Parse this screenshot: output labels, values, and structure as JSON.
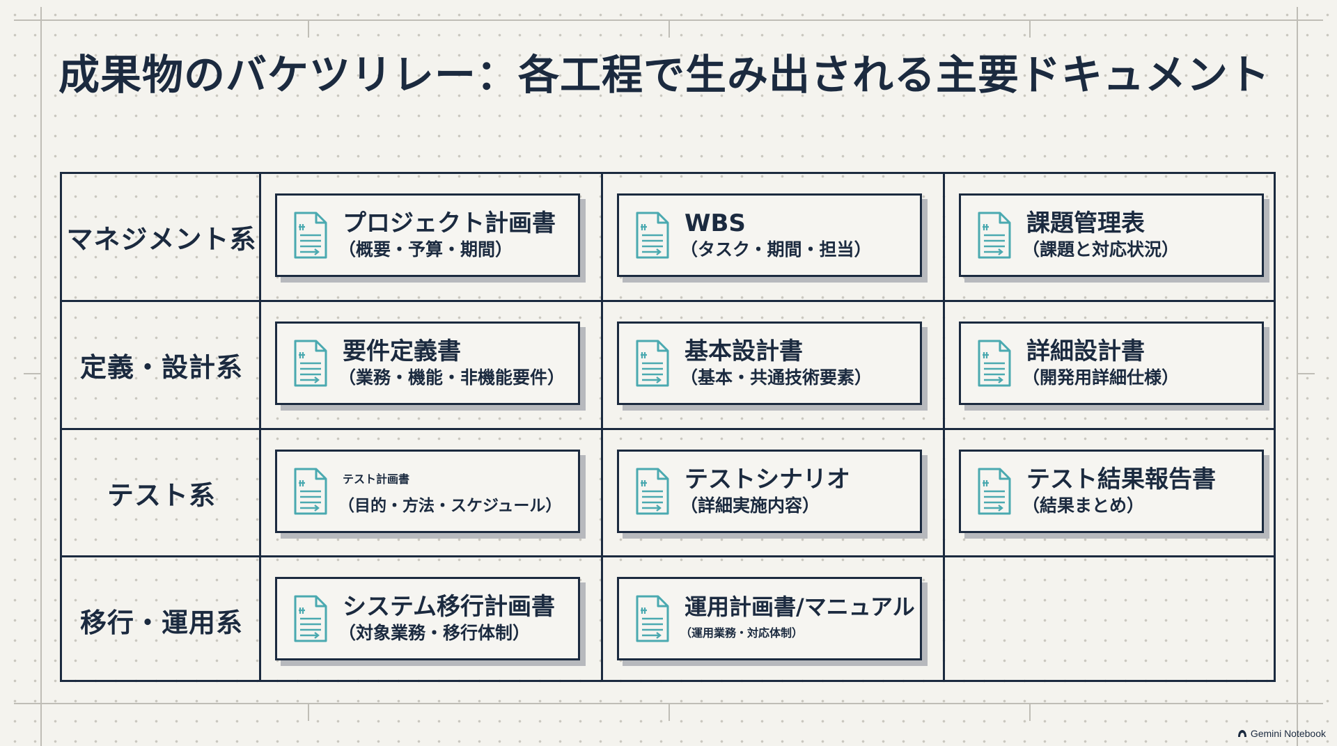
{
  "title": "成果物のバケツリレー：各工程で生み出される主要ドキュメント",
  "rows": [
    {
      "label": "マネジメント系",
      "docs": [
        {
          "title": "プロジェクト計画書",
          "subtitle": "（概要・予算・期間）"
        },
        {
          "title": "WBS",
          "subtitle": "（タスク・期間・担当）"
        },
        {
          "title": "課題管理表",
          "subtitle": "（課題と対応状況）"
        }
      ]
    },
    {
      "label": "定義・設計系",
      "docs": [
        {
          "title": "要件定義書",
          "subtitle": "（業務・機能・非機能要件）"
        },
        {
          "title": "基本設計書",
          "subtitle": "（基本・共通技術要素）"
        },
        {
          "title": "詳細設計書",
          "subtitle": "（開発用詳細仕様）"
        }
      ]
    },
    {
      "label": "テスト系",
      "docs": [
        {
          "title": "テスト計画書",
          "subtitle": "（目的・方法・スケジュール）"
        },
        {
          "title": "テストシナリオ",
          "subtitle": "（詳細実施内容）"
        },
        {
          "title": "テスト結果報告書",
          "subtitle": "（結果まとめ）"
        }
      ]
    },
    {
      "label": "移行・運用系",
      "docs": [
        {
          "title": "システム移行計画書",
          "subtitle": "（対象業務・移行体制）"
        },
        {
          "title": "運用計画書/マニュアル",
          "subtitle": "（運用業務・対応体制）"
        }
      ]
    }
  ],
  "icons": {
    "document": "document-icon",
    "watermark": "notebook-logo-icon"
  },
  "colors": {
    "background": "#f4f3ee",
    "ink": "#1b2a3f",
    "icon_accent": "#4aa9b0",
    "card_shadow": "#b7b9bd"
  },
  "watermark": "Gemini Notebook"
}
